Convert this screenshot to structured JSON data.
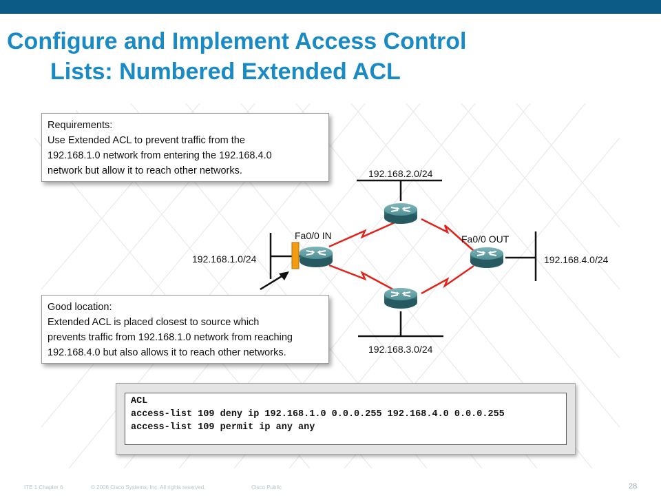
{
  "slide": {
    "title_line1": "Configure and Implement Access Control",
    "title_line2": "Lists:  Numbered Extended ACL",
    "page_number": "28"
  },
  "callouts": {
    "requirements": {
      "lines": [
        "Requirements:",
        "Use Extended ACL to prevent traffic from the",
        "192.168.1.0 network from entering the 192.168.4.0",
        "network but allow it to reach other networks."
      ]
    },
    "good_location": {
      "lines": [
        "Good location:",
        "Extended ACL is placed closest to source which",
        "prevents traffic from 192.168.1.0 network from reaching",
        "192.168.4.0 but also allows it to reach other networks."
      ]
    }
  },
  "network": {
    "net_left": "192.168.1.0/24",
    "net_top": "192.168.2.0/24",
    "net_right": "192.168.4.0/24",
    "net_bottom": "192.168.3.0/24",
    "if_left": "Fa0/0 IN",
    "if_right": "Fa0/0 OUT"
  },
  "acl": {
    "lines": [
      "ACL",
      "access-list 109 deny ip 192.168.1.0  0.0.0.255  192.168.4.0  0.0.0.255",
      "access-list 109 permit ip any any"
    ]
  },
  "footer": {
    "course": "ITE 1 Chapter 6",
    "copyright": "© 2006 Cisco Systems, Inc. All rights reserved.",
    "classification": "Cisco Public"
  },
  "colors": {
    "topbar": "#0b5b86",
    "title": "#1a8ac4",
    "router": "#3d7f86",
    "serial_link": "#e0231b",
    "acl_marker": "#f39c12"
  }
}
